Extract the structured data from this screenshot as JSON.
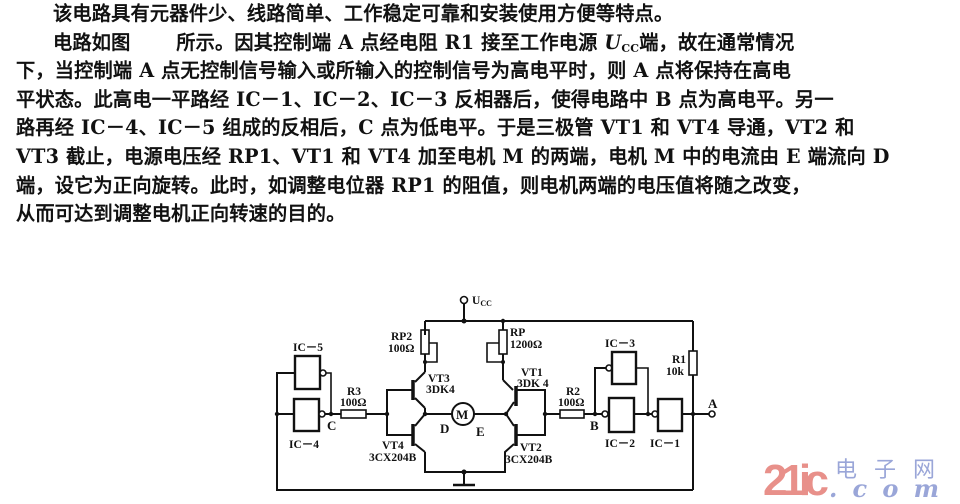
{
  "document": {
    "paragraphs": [
      {
        "lines": [
          "该电路具有元器件少、线路简单、工作稳定可靠和安装使用方便等特点。"
        ]
      },
      {
        "lines_parts": [
          {
            "before": "电路如图　　 所示。因其控制端 A 点经电阻 R1 接至工作电源 ",
            "var": "U",
            "sub": "CC",
            "after": "端，故在通常情况"
          },
          {
            "text": "下，当控制端 A 点无控制信号输入或所输入的控制信号为高电平时，则 A 点将保持在高电"
          },
          {
            "text": "平状态。此高电一平路经 IC－1、IC－2、IC－3 反相器后，使得电路中 B 点为高电平。另一"
          },
          {
            "text": "路再经 IC－4、IC－5 组成的反相后，C 点为低电平。于是三极管 VT1 和 VT4 导通，VT2 和"
          },
          {
            "text": "VT3 截止，电源电压经 RP1、VT1 和 VT4 加至电机 M 的两端，电机 M 中的电流由 E 端流向 D"
          },
          {
            "text": "端，设它为正向旋转。此时，如调整电位器 RP1 的阻值，则电机两端的电压值将随之改变，"
          },
          {
            "text": "从而可达到调整电机正向转速的目的。"
          }
        ]
      }
    ]
  },
  "schematic": {
    "supply_label": "U",
    "supply_sub": "CC",
    "components": {
      "ic5": "IC－5",
      "ic4": "IC－4",
      "ic3": "IC－3",
      "ic2": "IC－2",
      "ic1": "IC－1",
      "r3_name": "R3",
      "r3_value": "100Ω",
      "r2_name": "R2",
      "r2_value": "100Ω",
      "r1_name": "R1",
      "r1_value": "10k",
      "rp2_name": "RP2",
      "rp2_value": "100Ω",
      "rp_name": "RP",
      "rp_value": "1200Ω",
      "vt3_name": "VT3",
      "vt3_type": "3DK4",
      "vt1_name": "VT1",
      "vt1_type": "3DK 4",
      "vt4_name": "VT4",
      "vt4_type": "3CX204B",
      "vt2_name": "VT2",
      "vt2_type": "3CX204B",
      "motor": "M"
    },
    "nodes": {
      "a": "A",
      "b": "B",
      "c": "C",
      "d": "D",
      "e": "E"
    }
  },
  "watermark": {
    "brand": "21ic",
    "cn": "电子网",
    "domain": ".com",
    "brand_color": "#e8908a",
    "cn_color": "#9aa6d8"
  }
}
